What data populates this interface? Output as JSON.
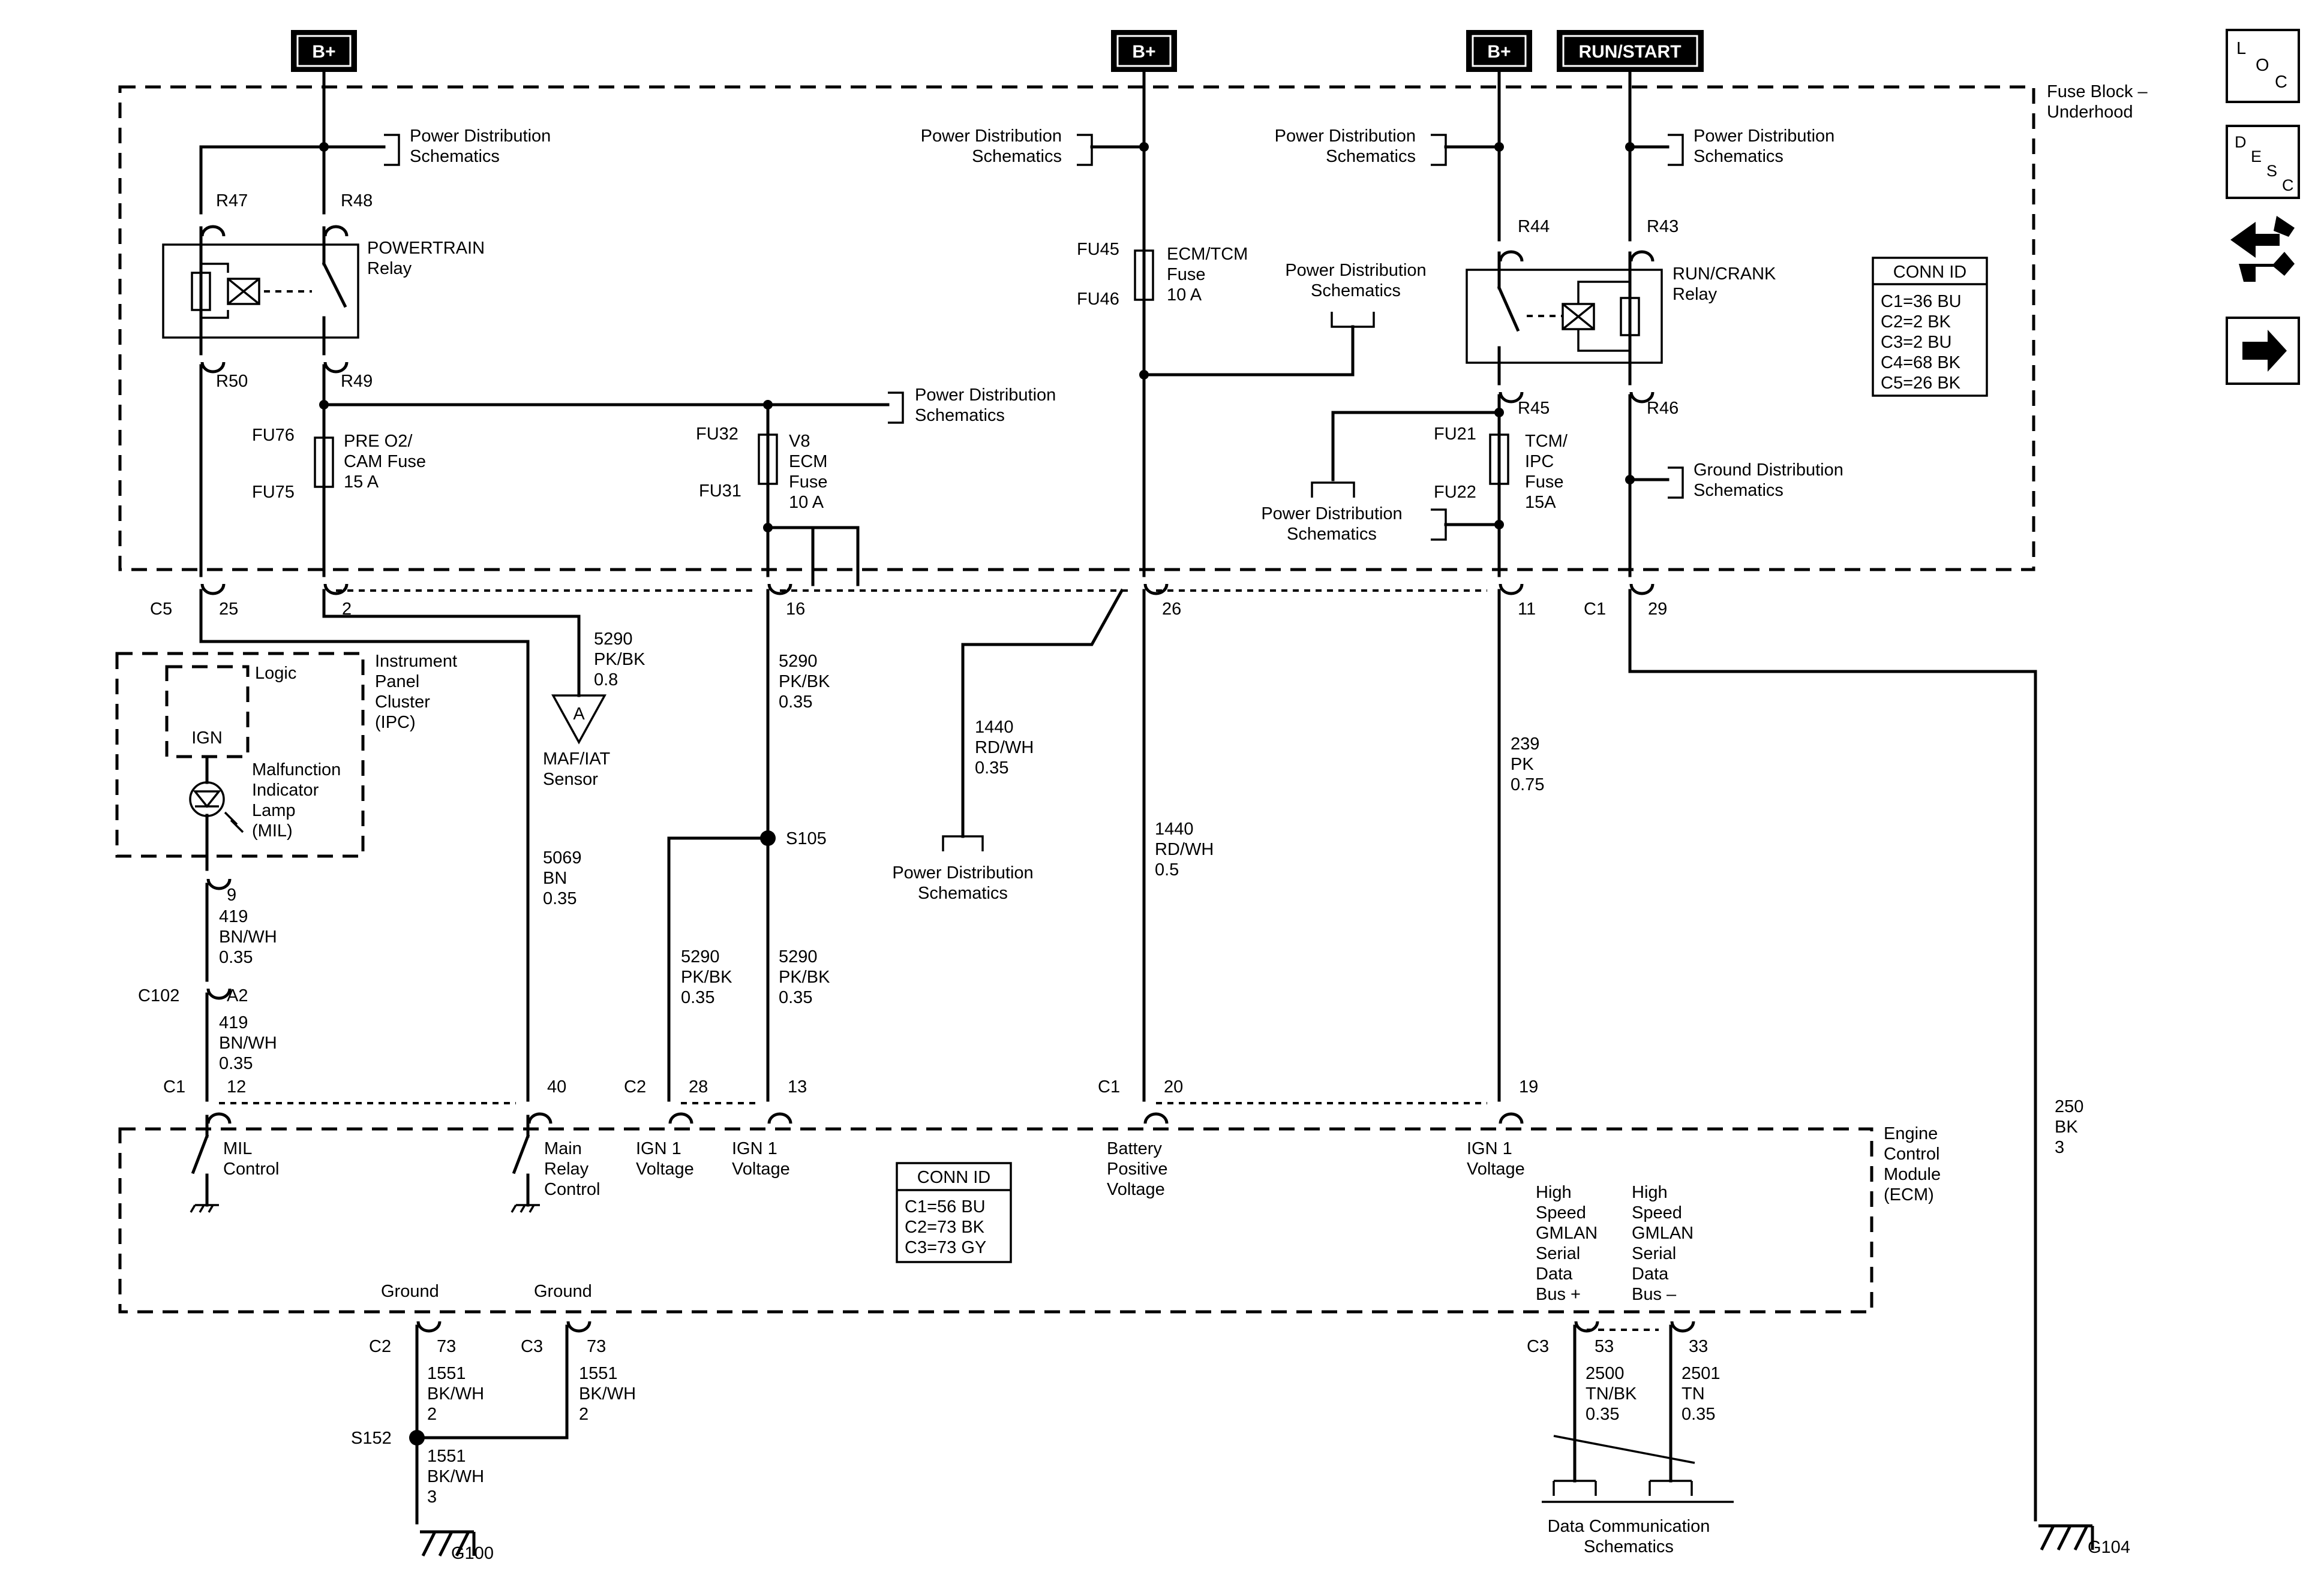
{
  "power_sources": {
    "bplus_1": "B+",
    "bplus_2": "B+",
    "bplus_3": "B+",
    "run_start": "RUN/START"
  },
  "fuse_block": {
    "title_1": "Fuse Block –",
    "title_2": "Underhood",
    "pds_1": "Power Distribution",
    "pds_2": "Schematics",
    "gds_1": "Ground Distribution",
    "gds_2": "Schematics",
    "terminals": {
      "r47": "R47",
      "r48": "R48",
      "r50": "R50",
      "r49": "R49",
      "r44": "R44",
      "r43": "R43",
      "r45": "R45",
      "r46": "R46",
      "fu76": "FU76",
      "fu75": "FU75",
      "fu32": "FU32",
      "fu31": "FU31",
      "fu45": "FU45",
      "fu46": "FU46",
      "fu21": "FU21",
      "fu22": "FU22"
    },
    "powertrain_relay": [
      "POWERTRAIN",
      "Relay"
    ],
    "run_crank_relay": [
      "RUN/CRANK",
      "Relay"
    ],
    "fuse_pre_o2": [
      "PRE O2/",
      "CAM Fuse",
      "15 A"
    ],
    "fuse_v8_ecm": [
      "V8",
      "ECM",
      "Fuse",
      "10 A"
    ],
    "fuse_ecm_tcm": [
      "ECM/TCM",
      "Fuse",
      "10 A"
    ],
    "fuse_tcm_ipc": [
      "TCM/",
      "IPC",
      "Fuse",
      "15A"
    ],
    "conn_id": {
      "title": "CONN ID",
      "rows": [
        "C1=36 BU",
        "C2=2 BK",
        "C3=2 BU",
        "C4=68 BK",
        "C5=26 BK"
      ]
    }
  },
  "connectors": {
    "c5": "C5",
    "p25": "25",
    "p2": "2",
    "p16": "16",
    "p26": "26",
    "p11": "11",
    "c1_top": "C1",
    "p29": "29",
    "c102": "C102",
    "a2": "A2",
    "p9": "9",
    "c1_ecm": "C1",
    "p12": "12",
    "p40": "40",
    "c2_ecm": "C2",
    "p28": "28",
    "p13": "13",
    "c1_ecm2": "C1",
    "p20": "20",
    "p19": "19",
    "c2_gnd": "C2",
    "p73a": "73",
    "c3_gnd": "C3",
    "p73b": "73",
    "c3_bus": "C3",
    "p53": "53",
    "p33": "33",
    "s105": "S105",
    "s152": "S152",
    "g100": "G100",
    "g104": "G104"
  },
  "wires": {
    "w5290_a": [
      "5290",
      "PK/BK",
      "0.8"
    ],
    "w5290_b": [
      "5290",
      "PK/BK",
      "0.35"
    ],
    "w5290_c": [
      "5290",
      "PK/BK",
      "0.35"
    ],
    "w5290_d": [
      "5290",
      "PK/BK",
      "0.35"
    ],
    "w1440_a": [
      "1440",
      "RD/WH",
      "0.35"
    ],
    "w1440_b": [
      "1440",
      "RD/WH",
      "0.5"
    ],
    "w239": [
      "239",
      "PK",
      "0.75"
    ],
    "w250": [
      "250",
      "BK",
      "3"
    ],
    "w5069": [
      "5069",
      "BN",
      "0.35"
    ],
    "w419_a": [
      "419",
      "BN/WH",
      "0.35"
    ],
    "w419_b": [
      "419",
      "BN/WH",
      "0.35"
    ],
    "w1551_a": [
      "1551",
      "BK/WH",
      "2"
    ],
    "w1551_b": [
      "1551",
      "BK/WH",
      "2"
    ],
    "w1551_c": [
      "1551",
      "BK/WH",
      "3"
    ],
    "w2500": [
      "2500",
      "TN/BK",
      "0.35"
    ],
    "w2501": [
      "2501",
      "TN",
      "0.35"
    ]
  },
  "ipc": {
    "title": [
      "Instrument",
      "Panel",
      "Cluster",
      "(IPC)"
    ],
    "logic": "Logic",
    "ign": "IGN",
    "mil": [
      "Malfunction",
      "Indicator",
      "Lamp",
      "(MIL)"
    ]
  },
  "maf": {
    "letter": "A",
    "label": [
      "MAF/IAT",
      "Sensor"
    ]
  },
  "ecm": {
    "title": [
      "Engine",
      "Control",
      "Module",
      "(ECM)"
    ],
    "mil_control": [
      "MIL",
      "Control"
    ],
    "main_relay": [
      "Main",
      "Relay",
      "Control"
    ],
    "ign1_a": [
      "IGN 1",
      "Voltage"
    ],
    "ign1_b": [
      "IGN 1",
      "Voltage"
    ],
    "battery": [
      "Battery",
      "Positive",
      "Voltage"
    ],
    "ign1_c": [
      "IGN 1",
      "Voltage"
    ],
    "gmlan_plus": [
      "High",
      "Speed",
      "GMLAN",
      "Serial",
      "Data",
      "Bus +"
    ],
    "gmlan_minus": [
      "High",
      "Speed",
      "GMLAN",
      "Serial",
      "Data",
      "Bus –"
    ],
    "ground_1": "Ground",
    "ground_2": "Ground",
    "conn_id": {
      "title": "CONN ID",
      "rows": [
        "C1=56 BU",
        "C2=73 BK",
        "C3=73 GY"
      ]
    }
  },
  "data_comm": [
    "Data Communication",
    "Schematics"
  ],
  "nav": {
    "loc": [
      "L",
      "O",
      "C"
    ],
    "desc": [
      "D",
      "E",
      "S",
      "C"
    ]
  }
}
